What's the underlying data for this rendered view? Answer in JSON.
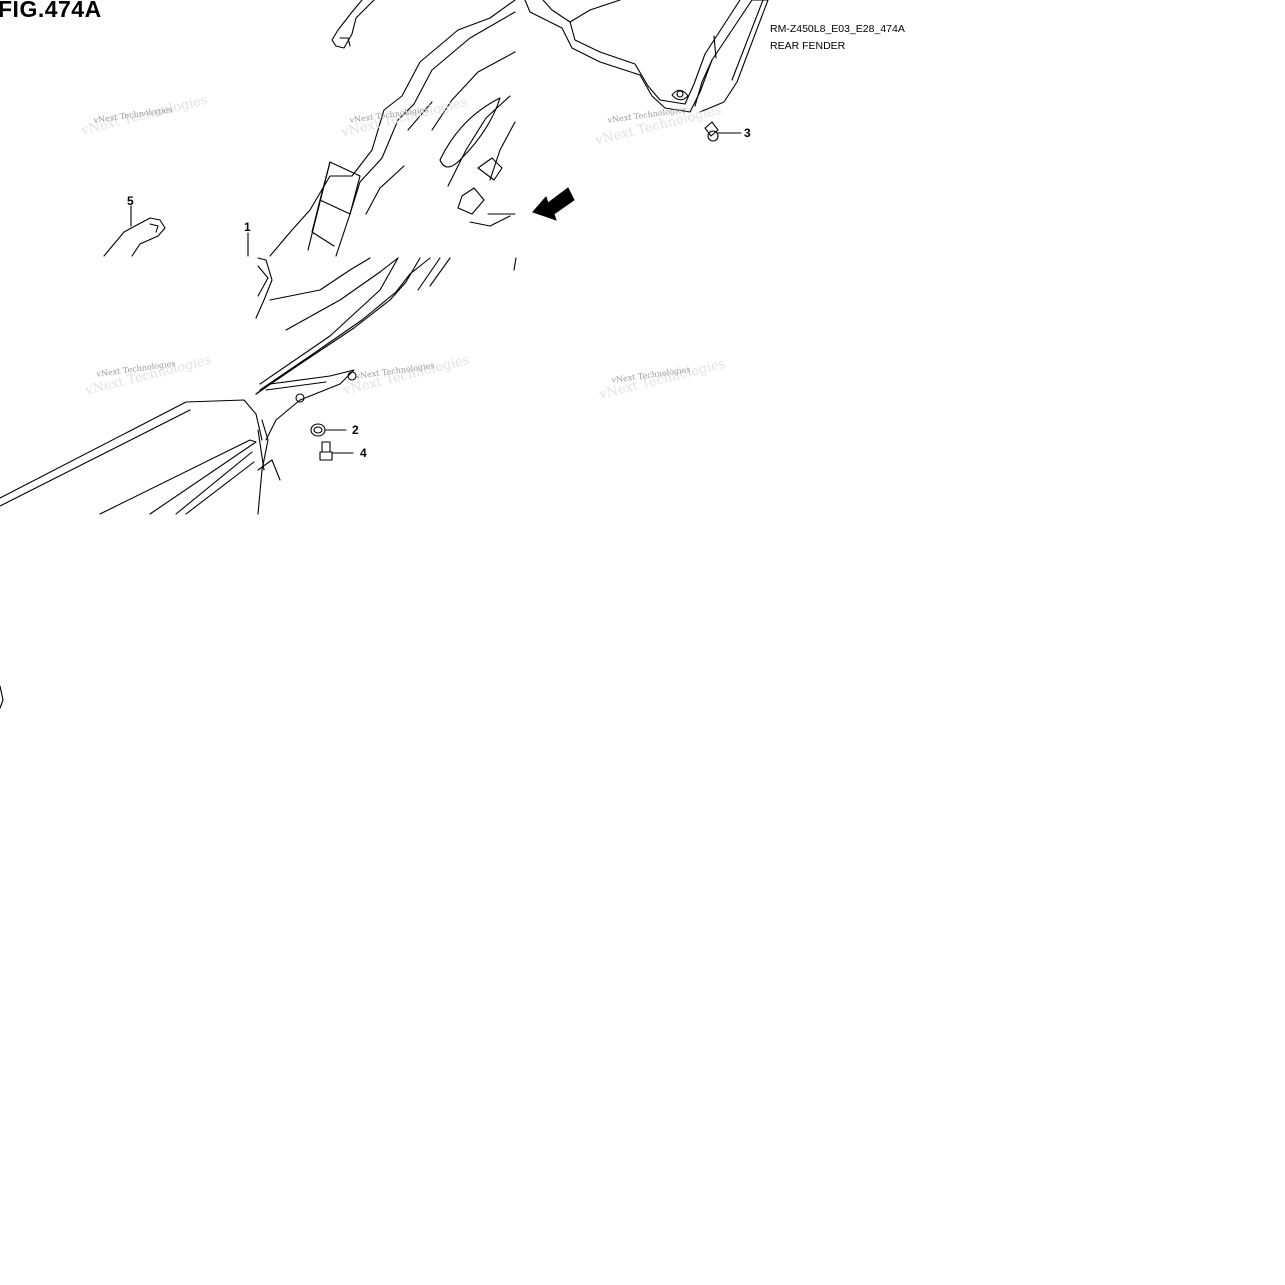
{
  "figure": {
    "title": "FIG.474A",
    "model_code": "RM-Z450L8_E03_E28_474A",
    "section_name": "REAR FENDER"
  },
  "direction_arrow": {
    "label": "FWD",
    "icon": "forward-arrow-icon"
  },
  "callouts": [
    {
      "number": "1"
    },
    {
      "number": "2"
    },
    {
      "number": "3"
    },
    {
      "number": "4"
    },
    {
      "number": "5"
    }
  ],
  "watermark": {
    "text": "vNext Technologies"
  },
  "colors": {
    "line": "#000000",
    "background": "#ffffff",
    "watermark": "#9a9a9a"
  }
}
